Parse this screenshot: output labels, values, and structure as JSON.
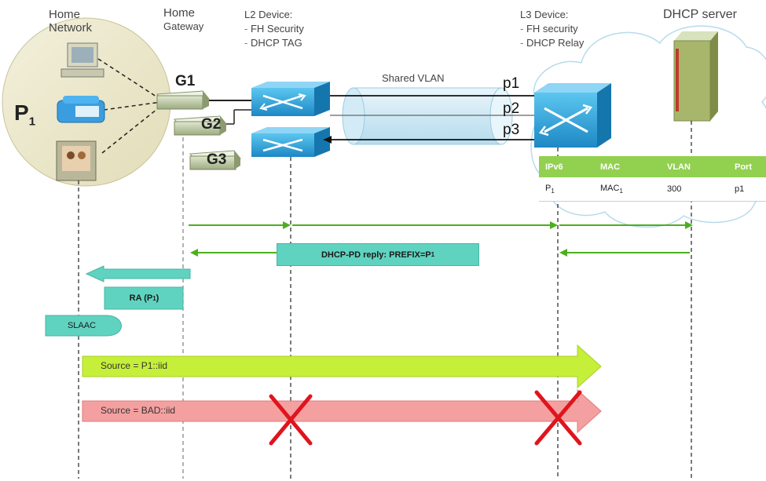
{
  "header": {
    "home_network_line1": "Home",
    "home_network_line2": "Network",
    "home_gateway_line1": "Home",
    "home_gateway_line2": "Gateway",
    "l2_title": "L2 Device:",
    "l2_items": [
      "FH Security",
      "DHCP TAG"
    ],
    "l3_title": "L3 Device:",
    "l3_items": [
      "FH security",
      "DHCP Relay"
    ],
    "dhcp_server": "DHCP server"
  },
  "network": {
    "p1_label": "P",
    "p1_sub": "1",
    "gateways": [
      "G1",
      "G2",
      "G3"
    ],
    "shared_vlan": "Shared VLAN",
    "ports": [
      "p1",
      "p2",
      "p3"
    ]
  },
  "binding_table": {
    "headers": [
      "IPv6",
      "MAC",
      "VLAN",
      "Port"
    ],
    "row": {
      "ipv6": "P",
      "ipv6_sub": "1",
      "mac": "MAC",
      "mac_sub": "1",
      "vlan": "300",
      "port": "p1"
    }
  },
  "messages": {
    "dhcp_reply": "DHCP-PD reply: PREFIX=P",
    "dhcp_reply_sub": "1",
    "ra": "RA (P",
    "ra_sub": "1",
    "ra_close": ")",
    "slaac": "SLAAC",
    "source_good": "Source = P1::iid",
    "source_bad": "Source = BAD::iid"
  },
  "colors": {
    "green_arrow": "#4caf1e",
    "teal_box": "#5fd3c0",
    "lime_arrow": "#c6ef3a",
    "pink_arrow": "#f4a0a0",
    "cross_red": "#e0141e",
    "switch_blue": "#2aa3dc",
    "table_header": "#92d050"
  }
}
